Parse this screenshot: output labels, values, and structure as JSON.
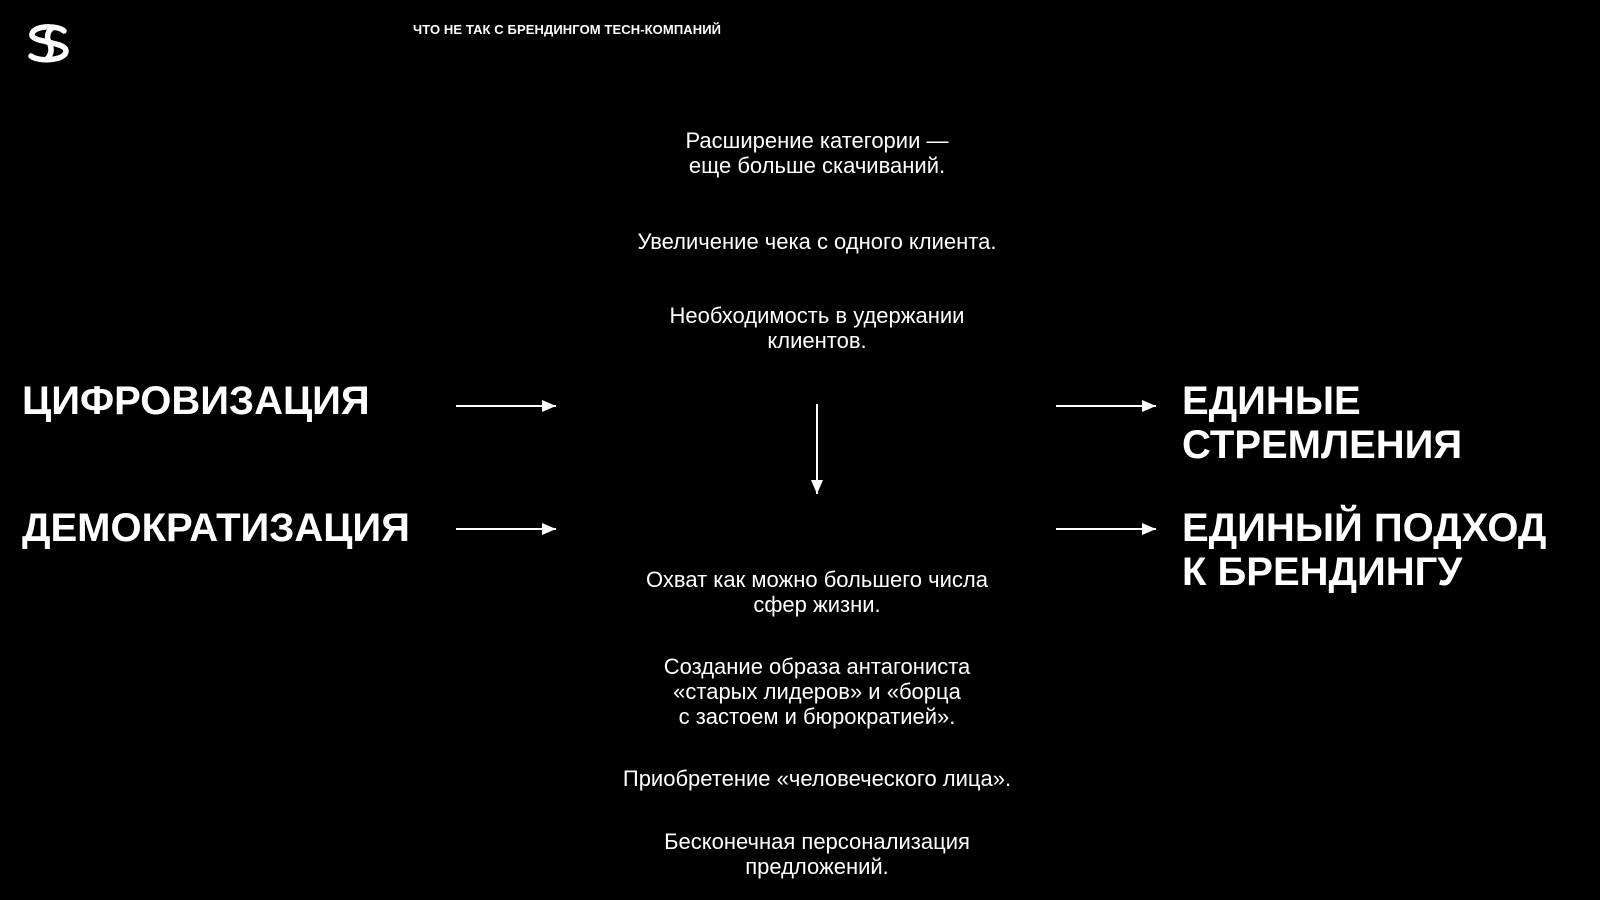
{
  "header": {
    "title": "ЧТО НЕ ТАК С БРЕНДИНГОМ ТЕСН-КОМПАНИЙ"
  },
  "left_column": [
    "ЦИФРОВИЗАЦИЯ",
    "ДЕМОКРАТИЗАЦИЯ"
  ],
  "right_column": [
    "ЕДИНЫЕ\nСТРЕМЛЕНИЯ",
    "ЕДИНЫЙ ПОДХОД\nК БРЕНДИНГУ"
  ],
  "center_top": [
    "Расширение категории —\nеще больше скачиваний.",
    "Увеличение чека с одного клиента.",
    "Необходимость в удержании\nклиентов."
  ],
  "center_bottom": [
    "Охват как можно большего числа\nсфер жизни.",
    "Создание образа антагониста\n«старых лидеров» и «борца\nс застоем и бюрократией».",
    "Приобретение «человеческого лица».",
    "Бесконечная персонализация\nпредложений."
  ],
  "colors": {
    "background": "#000000",
    "foreground": "#ffffff"
  }
}
